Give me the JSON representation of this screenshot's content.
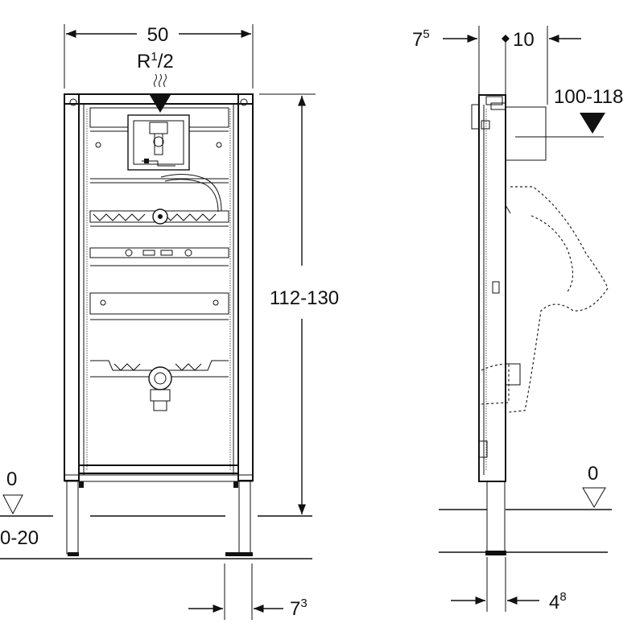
{
  "front_view": {
    "width": "50",
    "connection_R": "R",
    "connection_num": "1",
    "connection_den": "/2",
    "height": "112-130",
    "floor_level": "0",
    "floor_offset": "0-20",
    "foot_main": "7",
    "foot_sup": "3"
  },
  "side_view": {
    "depth_main": "7",
    "depth_sup": "5",
    "spacing": "10",
    "inlet_height": "100-118",
    "floor_level": "0",
    "foot_main": "4",
    "foot_sup": "8"
  }
}
